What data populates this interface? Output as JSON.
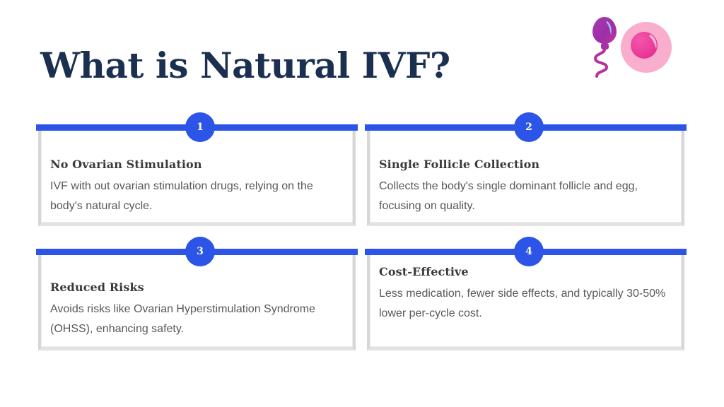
{
  "slide": {
    "title": "What is Natural IVF?",
    "background_color": "#ffffff",
    "title_color": "#1b3050",
    "accent_color": "#2c55e8"
  },
  "illustration": {
    "name": "sperm-and-egg-illustration",
    "sperm_head_color": "#9c2fa8",
    "sperm_tail_color": "#b5329f",
    "egg_outer_color": "#f9aecd",
    "egg_nucleus_color": "#ec3e9a"
  },
  "cards": [
    {
      "number": "1",
      "heading": "No Ovarian Stimulation",
      "text": "IVF with out ovarian stimulation drugs, relying on the body's natural cycle."
    },
    {
      "number": "2",
      "heading": "Single Follicle Collection",
      "text": "Collects the body's single dominant follicle and egg, focusing on quality."
    },
    {
      "number": "3",
      "heading": "Reduced Risks",
      "text": "Avoids risks like Ovarian Hyperstimulation Syndrome (OHSS), enhancing safety."
    },
    {
      "number": "4",
      "heading": "Cost-Effective",
      "text": "Less medication, fewer side effects, and typically 30-50% lower per-cycle cost."
    }
  ]
}
